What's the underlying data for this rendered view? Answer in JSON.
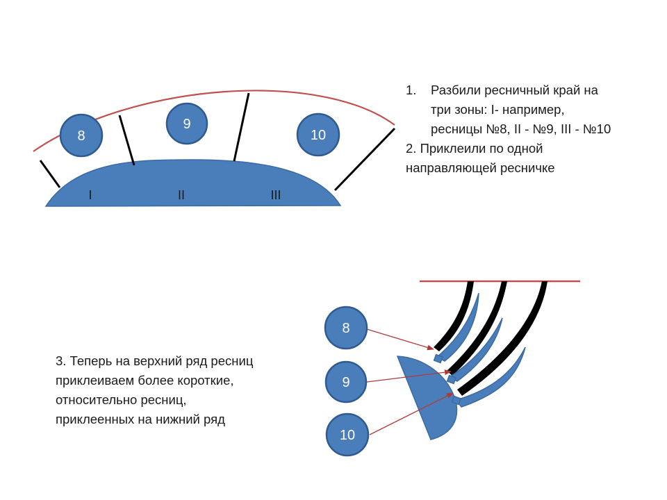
{
  "top_diagram": {
    "circles": [
      "8",
      "9",
      "10"
    ],
    "zones": [
      "I",
      "II",
      "III"
    ]
  },
  "bottom_diagram": {
    "circles": [
      "8",
      "9",
      "10"
    ]
  },
  "steps": {
    "step1_number": "1.",
    "step1_lines": [
      "Разбили ресничный край на",
      "три зоны: I- например,",
      "ресницы №8, II - №9, III - №10"
    ],
    "step2_lines": [
      "2. Приклеили по одной",
      "направляющей ресничке"
    ],
    "step3_lines": [
      "3. Теперь на верхний ряд ресниц",
      "приклеиваем более короткие,",
      "относительно ресниц,",
      "приклеенных на нижний ряд"
    ]
  },
  "colors": {
    "blue_fill": "#4a7ebb",
    "red_line": "#c0504d",
    "lash_black": "#000000"
  }
}
